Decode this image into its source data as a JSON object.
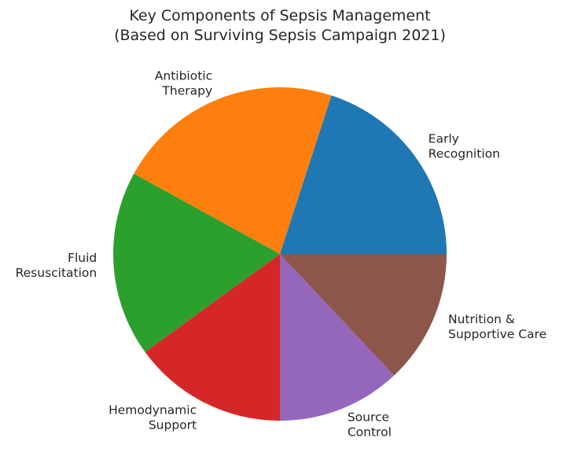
{
  "chart_data": {
    "type": "pie",
    "title": [
      "Key Components of Sepsis Management",
      "(Based on Surviving Sepsis Campaign 2021)"
    ],
    "start_angle_deg": 0,
    "direction": "counterclockwise",
    "slices": [
      {
        "label": [
          "Early",
          "Recognition"
        ],
        "value": 20,
        "color": "#1f77b4"
      },
      {
        "label": [
          "Antibiotic",
          "Therapy"
        ],
        "value": 22,
        "color": "#ff7f0e"
      },
      {
        "label": [
          "Fluid",
          "Resuscitation"
        ],
        "value": 18,
        "color": "#2ca02c"
      },
      {
        "label": [
          "Hemodynamic",
          "Support"
        ],
        "value": 15,
        "color": "#d62728"
      },
      {
        "label": [
          "Source",
          "Control"
        ],
        "value": 12,
        "color": "#9467bd"
      },
      {
        "label": [
          "Nutrition &",
          "Supportive Care"
        ],
        "value": 13,
        "color": "#8c564b"
      }
    ]
  }
}
